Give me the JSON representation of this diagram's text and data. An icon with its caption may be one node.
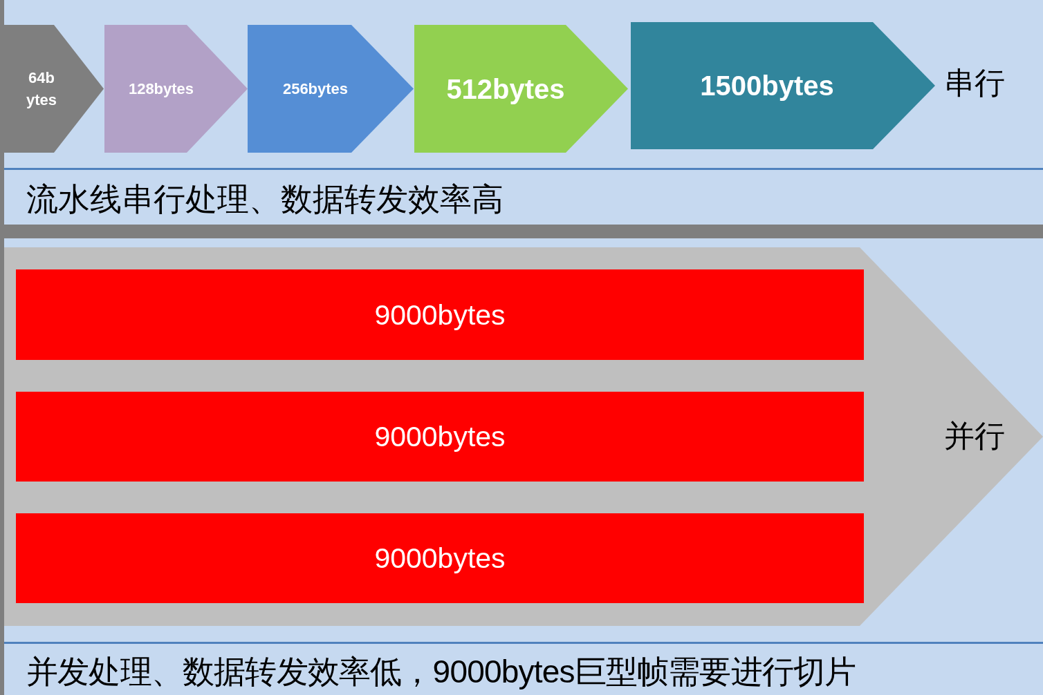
{
  "diagram": {
    "nodes": [
      {
        "text": [
          "64b ytes"
        ]
      },
      {
        "text": [
          "128bytes"
        ]
      },
      {
        "text": [
          "256bytes"
        ]
      },
      {
        "text": [
          "512bytes"
        ]
      },
      {
        "text": [
          "1500bytes"
        ]
      },
      {
        "text": [
          "并行"
        ]
      },
      {
        "text": [
          "9000bytes"
        ],
        "in": 5
      },
      {
        "text": [
          "9000bytes"
        ],
        "in": 5
      },
      {
        "text": [
          "9000bytes"
        ],
        "in": 5
      }
    ],
    "labels": [
      "串行",
      "流水线串行处理、数据转发效率高",
      "并发处理、数据转发效率低，9000bytes巨型帧需要进行切片"
    ]
  }
}
